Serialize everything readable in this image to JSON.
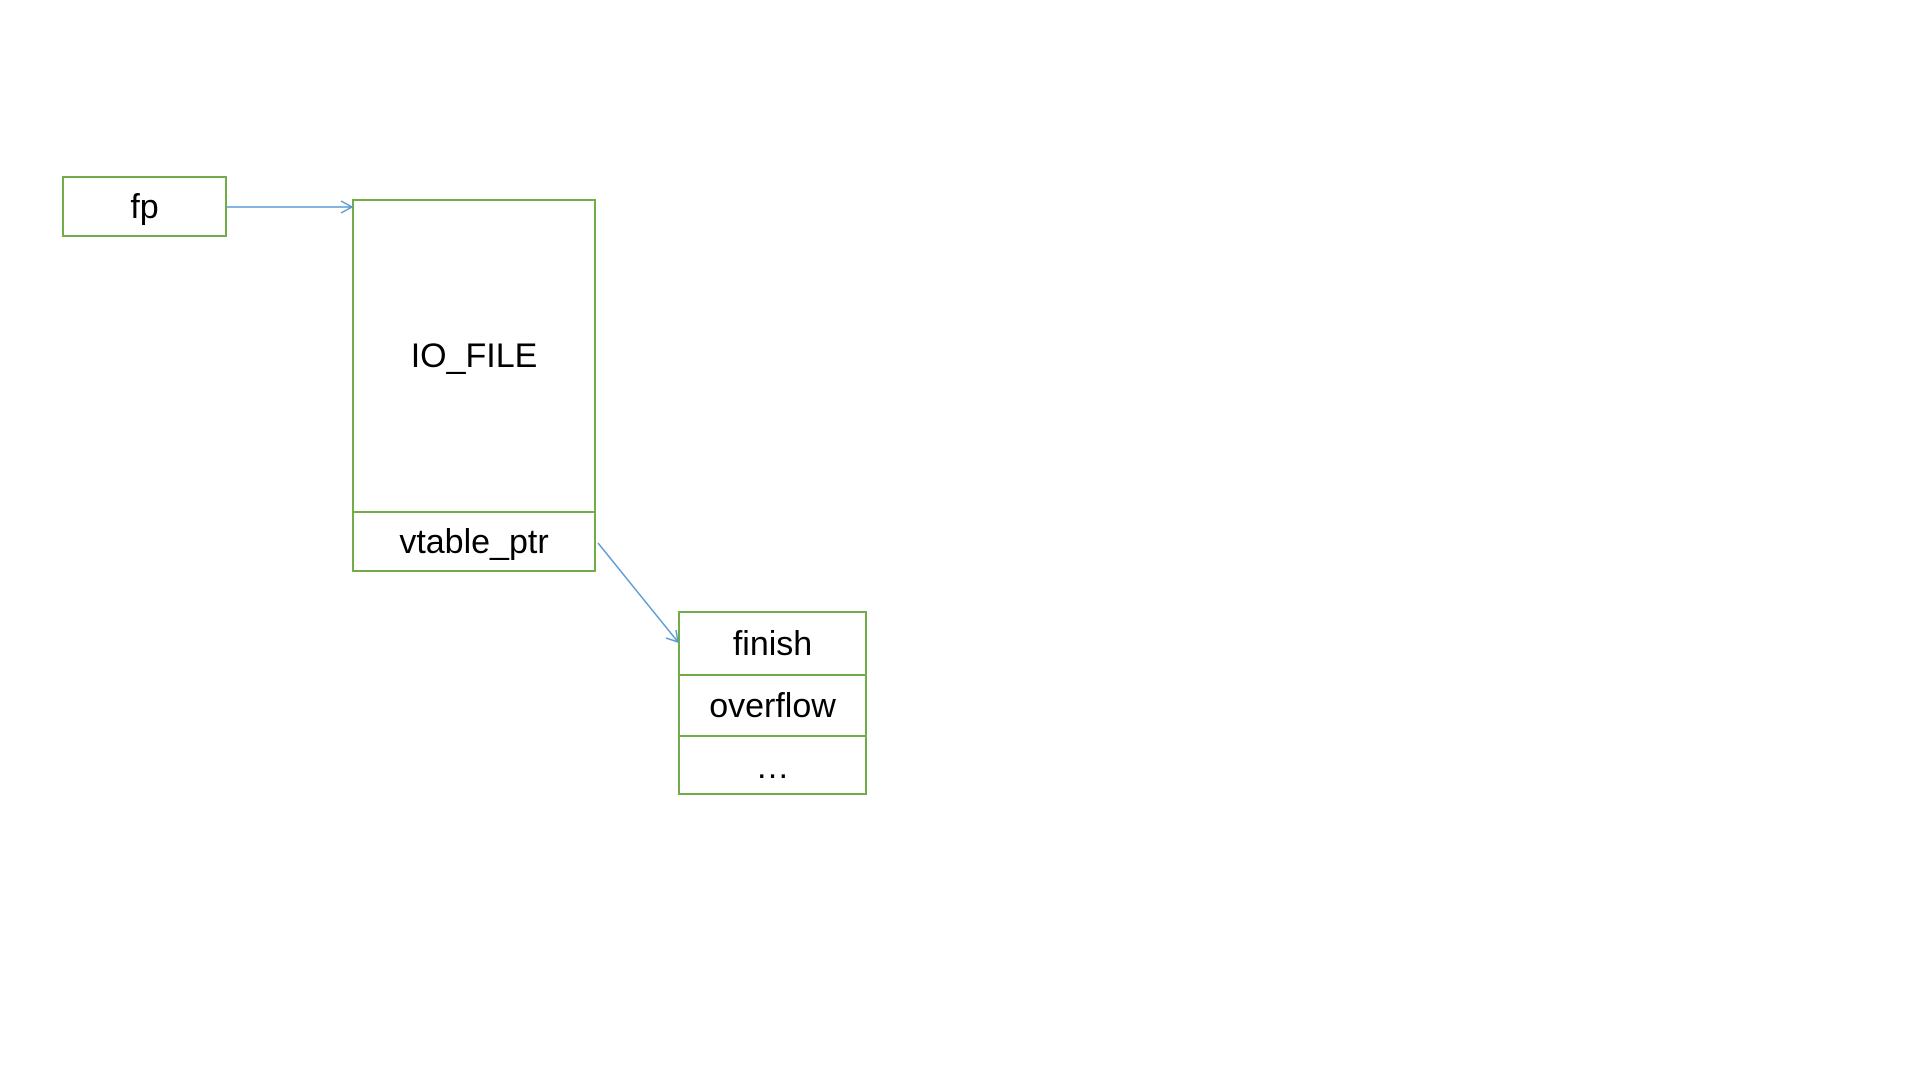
{
  "diagram": {
    "pointer_label": "fp",
    "struct": {
      "name": "IO_FILE",
      "field": "vtable_ptr"
    },
    "vtable": {
      "entries": [
        "finish",
        "overflow",
        "…"
      ]
    },
    "colors": {
      "box_border": "#70ad47",
      "arrow": "#5b9bd5",
      "text": "#000000",
      "background": "#ffffff"
    }
  }
}
